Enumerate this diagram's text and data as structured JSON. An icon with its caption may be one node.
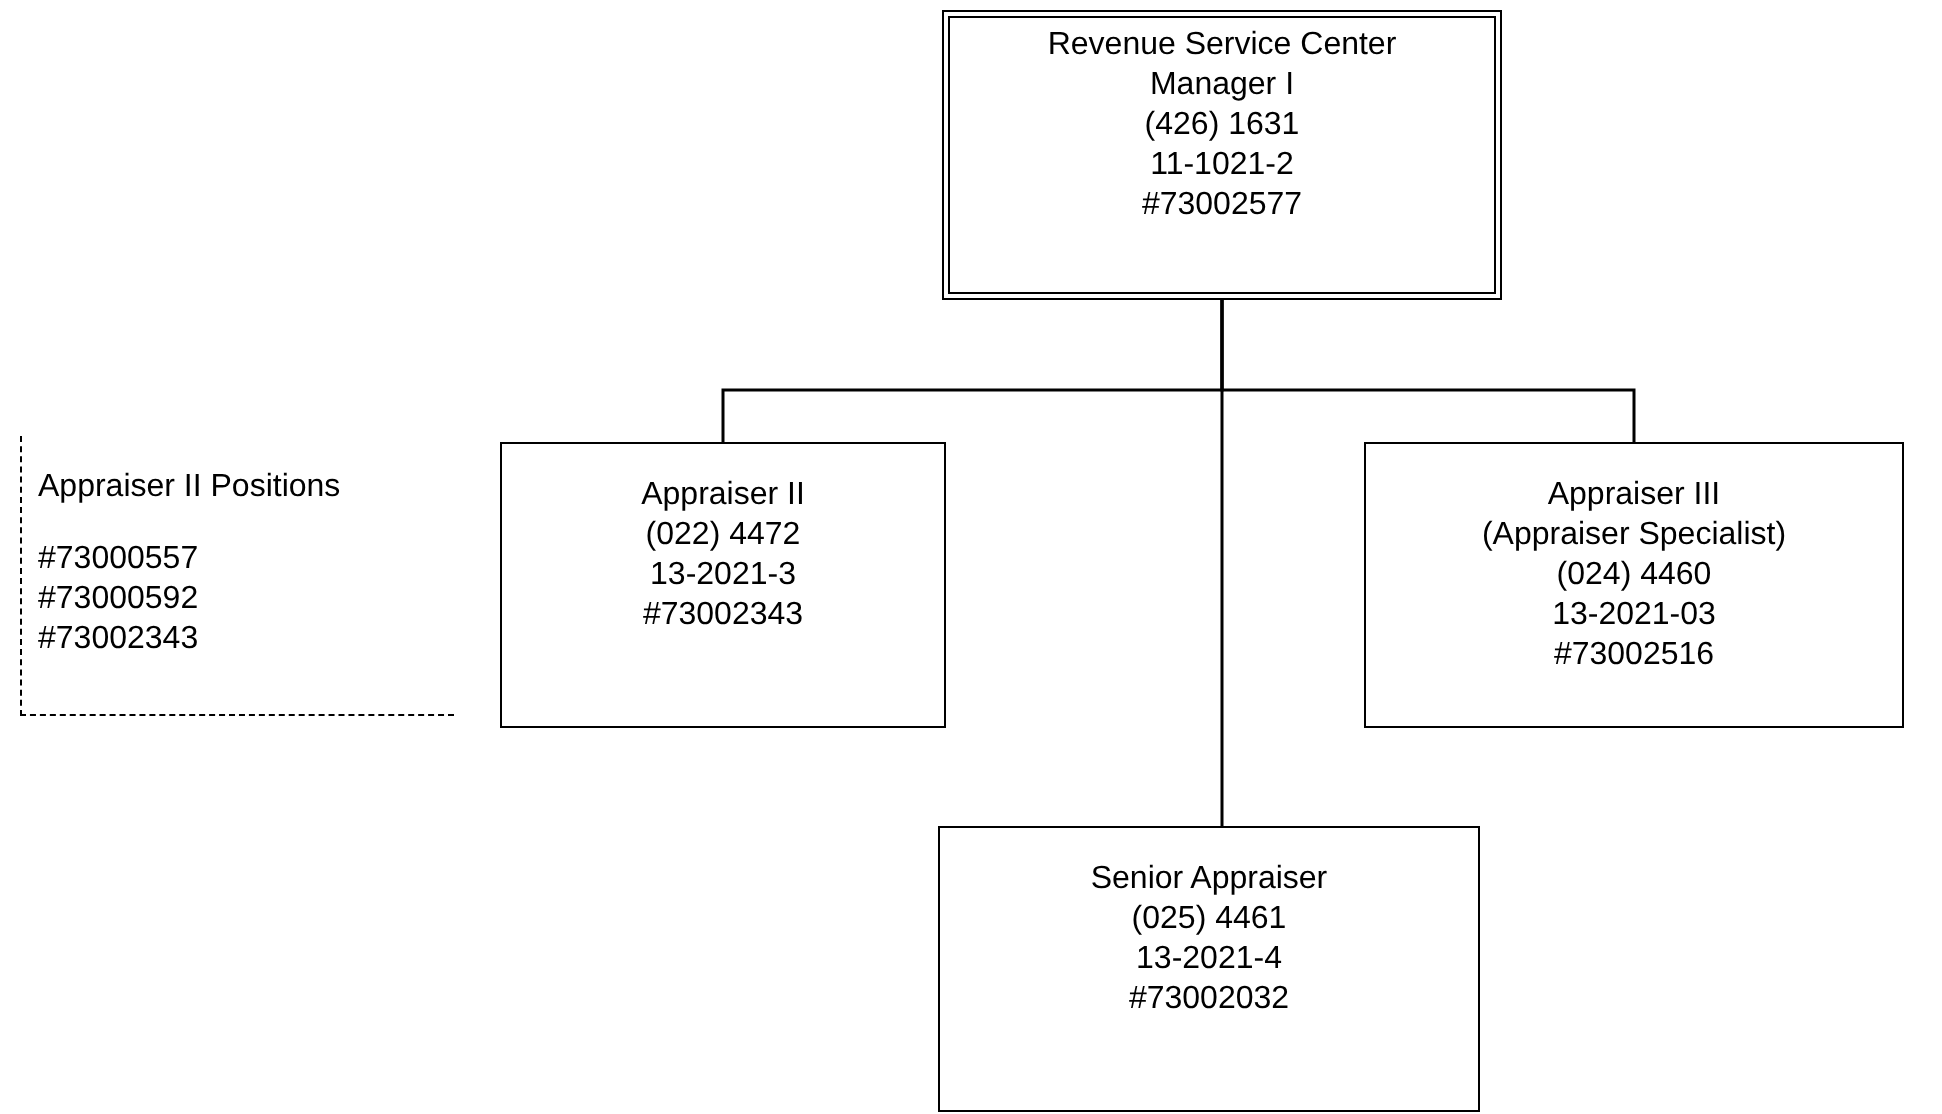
{
  "diagram": {
    "nodes": [
      {
        "text": [
          "Revenue Service Center Manager I",
          "(426) 1631",
          "11-1021-2",
          "#73002577"
        ]
      },
      {
        "text": [
          "Appraiser II",
          "(022) 4472",
          "13-2021-3",
          "#73002343"
        ]
      },
      {
        "text": [
          "Appraiser III",
          "(Appraiser Specialist)",
          "(024) 4460",
          "13-2021-03",
          "#73002516"
        ]
      },
      {
        "text": [
          "Senior Appraiser",
          "(025) 4461",
          "13-2021-4",
          "#73002032"
        ]
      },
      {
        "text": [
          "Appraiser II Positions",
          "#73000557",
          "#73000592",
          "#73002343"
        ]
      }
    ],
    "edges": [
      {
        "from": 0,
        "to": 1,
        "arrow": "none"
      },
      {
        "from": 0,
        "to": 2,
        "arrow": "none"
      },
      {
        "from": 0,
        "to": 3,
        "arrow": "none"
      }
    ]
  }
}
